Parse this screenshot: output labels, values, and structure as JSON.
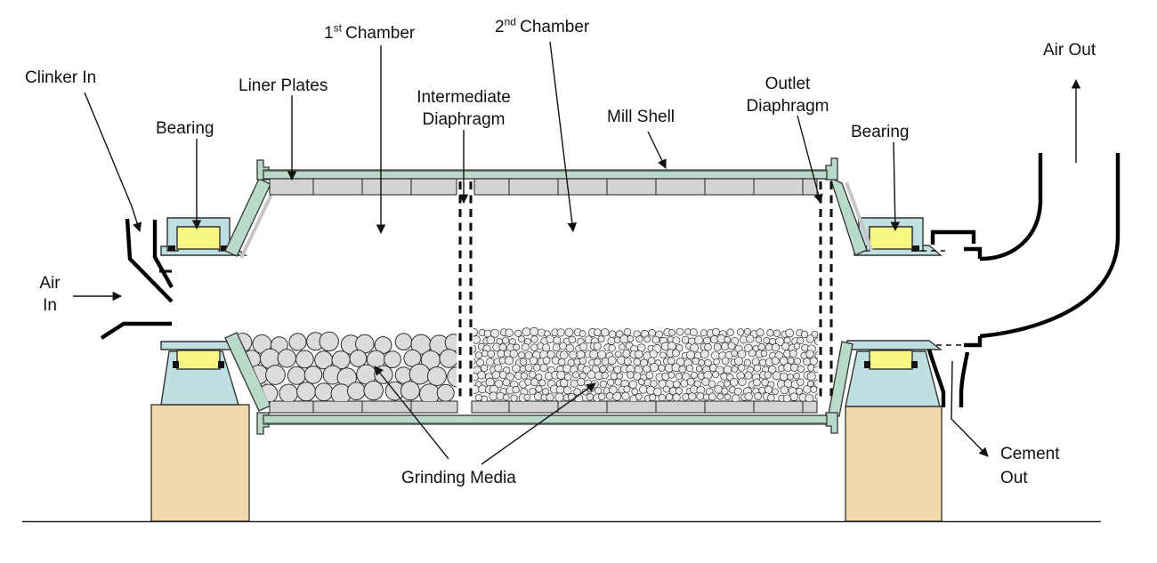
{
  "labels": {
    "clinker_in": "Clinker In",
    "air_in_line1": "Air",
    "air_in_line2": "In",
    "bearing_left": "Bearing",
    "liner_plates": "Liner Plates",
    "first_chamber": {
      "num": "1",
      "sup": "st",
      "rest": "Chamber"
    },
    "intermediate_diaphragm_line1": "Intermediate",
    "intermediate_diaphragm_line2": "Diaphragm",
    "second_chamber": {
      "num": "2",
      "sup": "nd",
      "rest": "Chamber"
    },
    "mill_shell": "Mill Shell",
    "outlet_diaphragm_line1": "Outlet",
    "outlet_diaphragm_line2": "Diaphragm",
    "bearing_right": "Bearing",
    "air_out": "Air Out",
    "grinding_media": "Grinding Media",
    "cement_out_line1": "Cement",
    "cement_out_line2": "Out"
  },
  "colors": {
    "background": "#ffffff",
    "shell": "#b9d9cb",
    "fittings": "#bfdfe0",
    "bearing": "#f9f783",
    "liner": "#d3d3d3",
    "pier": "#f2d9ab",
    "media_large": "#dcdcdc",
    "media_small": "#eaeaea"
  }
}
